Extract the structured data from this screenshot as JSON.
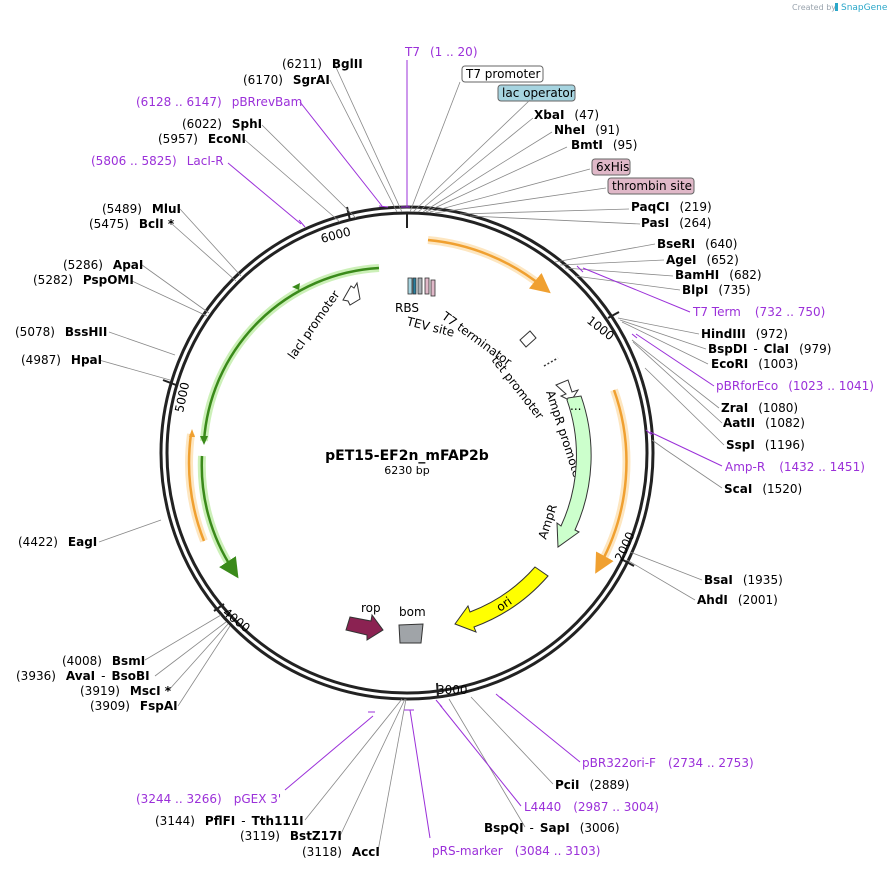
{
  "header": {
    "created_by": "Created by",
    "brand": "SnapGene",
    "logo_icon": "snapgene-logo-icon"
  },
  "plasmid": {
    "name": "pET15-EF2n_mFAP2b",
    "length_label": "6230 bp"
  },
  "ticks": [
    "1000",
    "2000",
    "3000",
    "4000",
    "5000",
    "6000"
  ],
  "features": {
    "rbs": "RBS",
    "tev_site": "TEV site",
    "t7_terminator": "T7 terminator",
    "tet_promoter": "tet promoter",
    "ampr_promoter": "AmpR promoter",
    "ampr": "AmpR",
    "ori": "ori",
    "bom": "bom",
    "rop": "rop",
    "laci_promoter": "lacI promoter",
    "ellipsis": "..."
  },
  "boxed_features": {
    "t7_promoter": "T7 promoter",
    "lac_operator": "lac operator",
    "his6": "6xHis",
    "thrombin_site": "thrombin site"
  },
  "colors": {
    "backbone": "#333333",
    "primer": "#9b30d9",
    "orange_orf": "#f0a030",
    "green_orf": "#3a8a1a",
    "ampr_fill": "#ccffcc",
    "ori_fill": "#ffff00",
    "rop_fill": "#8b2252",
    "bom_fill": "#a0a4a8",
    "lac_operator_fill": "#a6d4e0",
    "his_fill": "#e0b8c8"
  },
  "sites_right": [
    {
      "name": "XbaI",
      "pos": "(47)"
    },
    {
      "name": "NheI",
      "pos": "(91)"
    },
    {
      "name": "BmtI",
      "pos": "(95)"
    },
    {
      "name": "PaqCI",
      "pos": "(219)"
    },
    {
      "name": "PasI",
      "pos": "(264)"
    },
    {
      "name": "BseRI",
      "pos": "(640)"
    },
    {
      "name": "AgeI",
      "pos": "(652)"
    },
    {
      "name": "BamHI",
      "pos": "(682)"
    },
    {
      "name": "BlpI",
      "pos": "(735)"
    },
    {
      "name": "HindIII",
      "pos": "(972)"
    },
    {
      "name": "BspDI",
      "name2": "ClaI",
      "pos": "(979)"
    },
    {
      "name": "EcoRI",
      "pos": "(1003)"
    },
    {
      "name": "ZraI",
      "pos": "(1080)"
    },
    {
      "name": "AatII",
      "pos": "(1082)"
    },
    {
      "name": "SspI",
      "pos": "(1196)"
    },
    {
      "name": "ScaI",
      "pos": "(1520)"
    },
    {
      "name": "BsaI",
      "pos": "(1935)"
    },
    {
      "name": "AhdI",
      "pos": "(2001)"
    },
    {
      "name": "PciI",
      "pos": "(2889)"
    },
    {
      "name": "BspQI",
      "name2": "SapI",
      "pos": "(3006)"
    }
  ],
  "sites_left": [
    {
      "name": "BglII",
      "pos": "(6211)"
    },
    {
      "name": "SgrAI",
      "pos": "(6170)"
    },
    {
      "name": "SphI",
      "pos": "(6022)"
    },
    {
      "name": "EcoNI",
      "pos": "(5957)"
    },
    {
      "name": "MluI",
      "pos": "(5489)"
    },
    {
      "name": "BclI *",
      "pos": "(5475)"
    },
    {
      "name": "ApaI",
      "pos": "(5286)"
    },
    {
      "name": "PspOMI",
      "pos": "(5282)"
    },
    {
      "name": "BssHII",
      "pos": "(5078)"
    },
    {
      "name": "HpaI",
      "pos": "(4987)"
    },
    {
      "name": "EagI",
      "pos": "(4422)"
    },
    {
      "name": "BsmI",
      "pos": "(4008)"
    },
    {
      "name": "AvaI",
      "name2": "BsoBI",
      "pos": "(3936)"
    },
    {
      "name": "MscI *",
      "pos": "(3919)"
    },
    {
      "name": "FspAI",
      "pos": "(3909)"
    },
    {
      "name": "PflFI",
      "name2": "Tth111I",
      "pos": "(3144)"
    },
    {
      "name": "BstZ17I",
      "pos": "(3119)"
    },
    {
      "name": "AccI",
      "pos": "(3118)"
    }
  ],
  "primers": [
    {
      "name": "T7",
      "range": "(1 .. 20)"
    },
    {
      "name": "pBRrevBam",
      "range": "(6128 .. 6147)"
    },
    {
      "name": "LacI-R",
      "range": "(5806 .. 5825)"
    },
    {
      "name": "T7 Term",
      "range": "(732 .. 750)"
    },
    {
      "name": "pBRforEco",
      "range": "(1023 .. 1041)"
    },
    {
      "name": "Amp-R",
      "range": "(1432 .. 1451)"
    },
    {
      "name": "pBR322ori-F",
      "range": "(2734 .. 2753)"
    },
    {
      "name": "L4440",
      "range": "(2987 .. 3004)"
    },
    {
      "name": "pRS-marker",
      "range": "(3084 .. 3103)"
    },
    {
      "name": "pGEX 3'",
      "range": "(3244 .. 3266)"
    }
  ]
}
